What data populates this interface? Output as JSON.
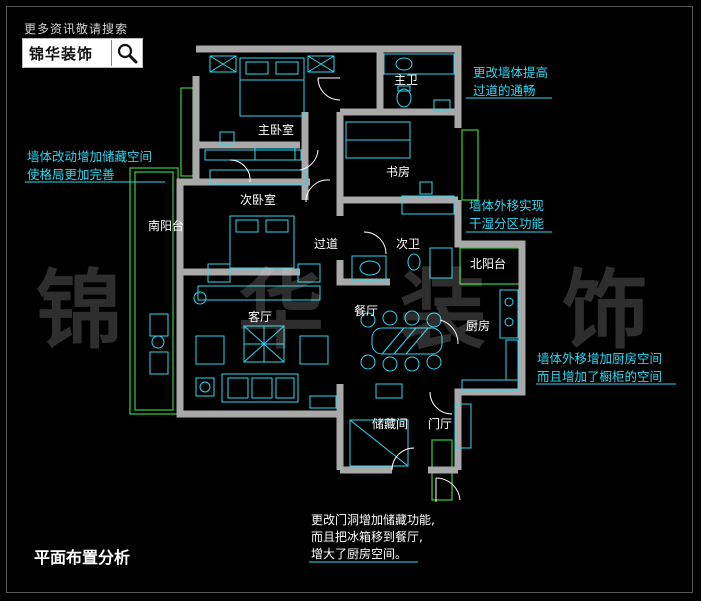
{
  "brand": {
    "top_text": "更多资讯敬请搜索",
    "name": "锦华装饰",
    "search_icon": "magnifier-icon"
  },
  "watermark": [
    "锦",
    "华",
    "装",
    "饰"
  ],
  "rooms": {
    "master_bedroom": "主卧室",
    "master_bath": "主卫",
    "study": "书房",
    "second_bedroom": "次卧室",
    "south_balcony": "南阳台",
    "hallway": "过道",
    "second_bath": "次卫",
    "north_balcony": "北阳台",
    "living_room": "客厅",
    "dining_room": "餐厅",
    "kitchen": "厨房",
    "storage": "储藏间",
    "entrance": "门厅"
  },
  "notes": {
    "n1": [
      "更改墙体提高",
      "过道的通畅"
    ],
    "n2": [
      "墙体改动增加储藏空间",
      "使格局更加完善"
    ],
    "n3": [
      "墙体外移实现",
      "干湿分区功能"
    ],
    "n4": [
      "墙体外移增加厨房空间",
      "而且增加了橱柜的空间"
    ],
    "n5": [
      "更改门洞增加储藏功能,",
      "而且把冰箱移到餐厅,",
      "增大了厨房空间。"
    ]
  },
  "title": "平面布置分析",
  "colors": {
    "background": "#000000",
    "wall": "#a9a9a9",
    "furniture": "#2bd7f2",
    "balcony": "#36d13a",
    "door": "#ffffff",
    "annotation": "#2bd7f2"
  }
}
